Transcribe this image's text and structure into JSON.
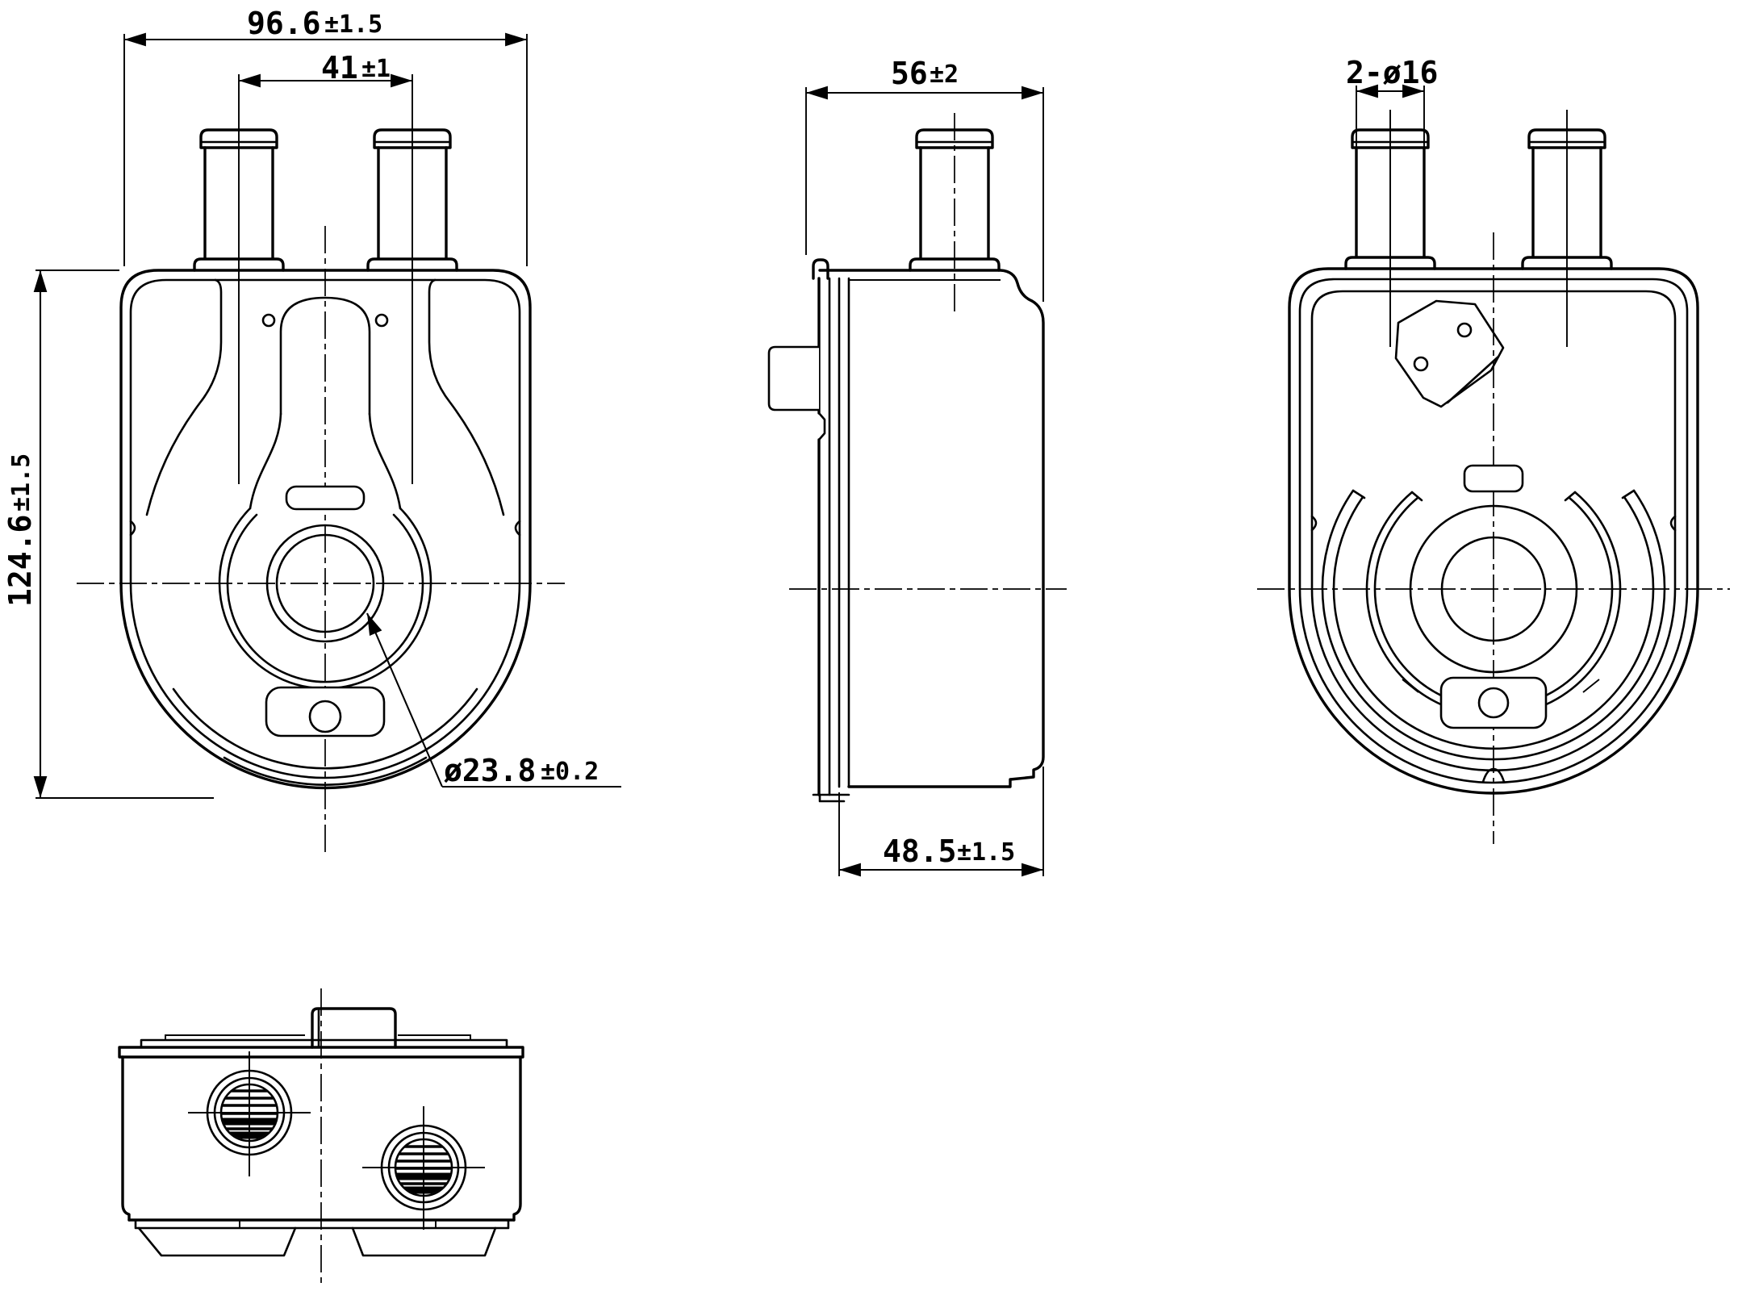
{
  "canvas": {
    "bg": "#ffffff",
    "ink": "#000000"
  },
  "views": {
    "front": {
      "dims": {
        "overall_width": {
          "value": "96.6",
          "tol": "±1.5"
        },
        "pipe_spacing": {
          "value": "41",
          "tol": "±1"
        },
        "overall_height": {
          "value": "124.6",
          "tol": "±1.5"
        },
        "center_bore": {
          "value": "ø23.8",
          "tol": "±0.2"
        }
      }
    },
    "side": {
      "dims": {
        "overall_depth": {
          "value": "56",
          "tol": "±2"
        },
        "core_depth": {
          "value": "48.5",
          "tol": "±1.5"
        }
      }
    },
    "rear": {
      "dims": {
        "pipe_ports": {
          "value": "2-ø16",
          "tol": ""
        }
      }
    }
  }
}
